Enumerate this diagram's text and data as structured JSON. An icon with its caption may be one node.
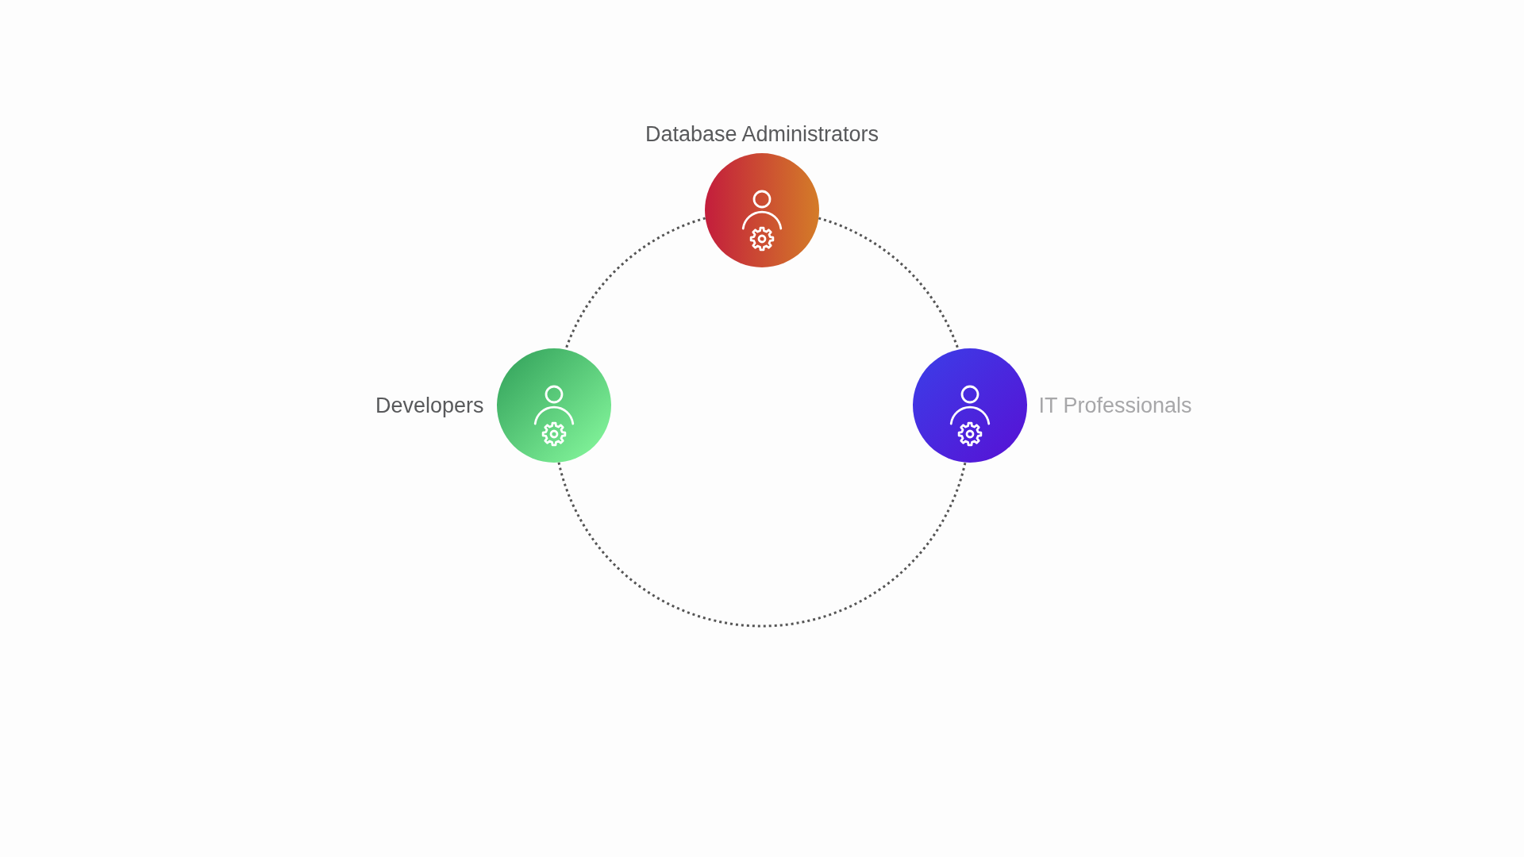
{
  "diagram": {
    "nodes": [
      {
        "text": [
          "Database Administrators"
        ]
      },
      {
        "text": [
          "Developers"
        ]
      },
      {
        "text": [
          "IT Professionals"
        ]
      }
    ],
    "edges": [
      {
        "from": 0,
        "to": 1,
        "arrow": "none",
        "style": "dashed"
      },
      {
        "from": 1,
        "to": 2,
        "arrow": "none",
        "style": "dashed"
      },
      {
        "from": 0,
        "to": 2,
        "arrow": "none",
        "style": "dashed"
      }
    ]
  }
}
